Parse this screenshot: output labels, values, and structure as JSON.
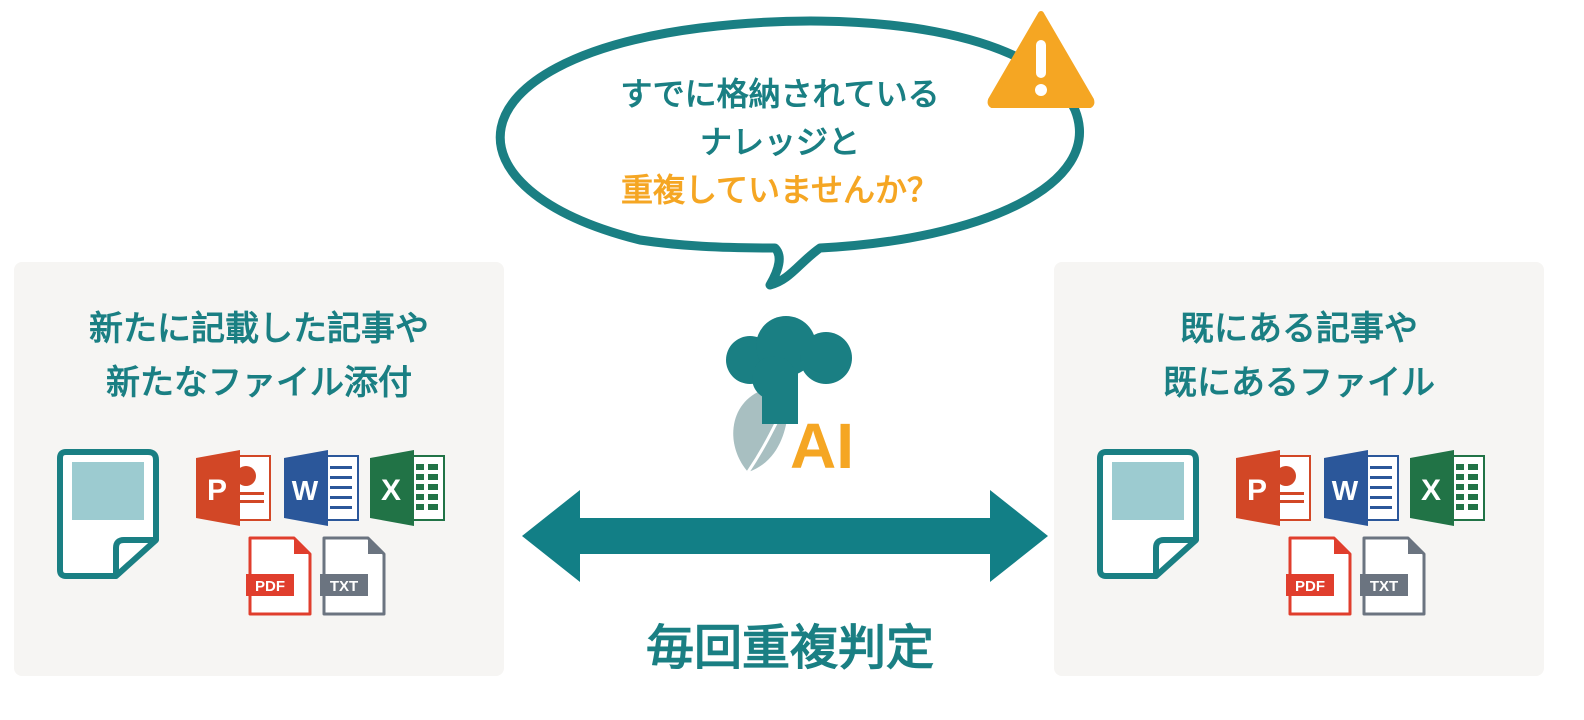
{
  "speech_bubble": {
    "line1": "すでに格納されている",
    "line2": "ナレッジと",
    "line3": "重複していませんか？"
  },
  "left_panel": {
    "line1": "新たに記載した記事や",
    "line2": "新たなファイル添付"
  },
  "right_panel": {
    "line1": "既にある記事や",
    "line2": "既にあるファイル"
  },
  "center": {
    "ai_label": "AI",
    "judgement_label": "毎回重複判定"
  },
  "file_icons": {
    "powerpoint": "P",
    "word": "W",
    "excel": "X",
    "pdf": "PDF",
    "txt": "TXT"
  },
  "colors": {
    "teal": "#1a7f83",
    "orange": "#f5a623",
    "panel_bg": "#f6f5f3"
  }
}
